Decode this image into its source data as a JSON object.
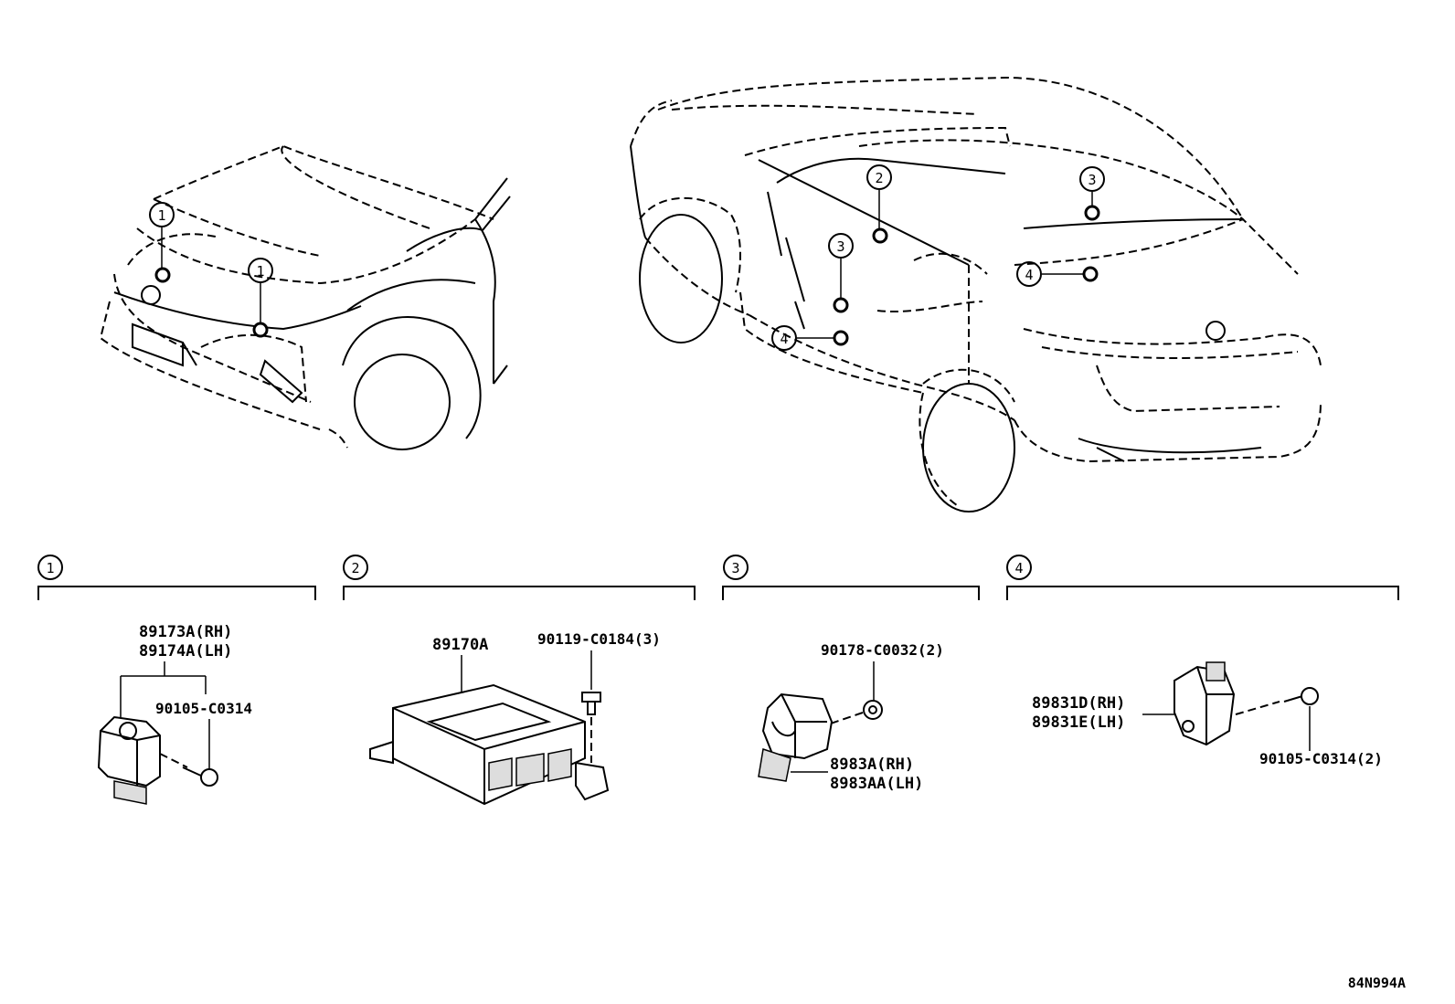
{
  "diagram": {
    "reference_code": "84N994A",
    "callouts": {
      "front_view": [
        "1",
        "1"
      ],
      "side_view": [
        "2",
        "3",
        "3",
        "4",
        "4"
      ]
    },
    "groups": [
      {
        "number": "1",
        "parts": [
          {
            "text": "89173A(RH)"
          },
          {
            "text": "89174A(LH)"
          },
          {
            "text": "90105-C0314"
          }
        ]
      },
      {
        "number": "2",
        "parts": [
          {
            "text": "89170A"
          },
          {
            "text": "90119-C0184(3)"
          }
        ]
      },
      {
        "number": "3",
        "parts": [
          {
            "text": "90178-C0032(2)"
          },
          {
            "text": "8983A(RH)"
          },
          {
            "text": "8983AA(LH)"
          }
        ]
      },
      {
        "number": "4",
        "parts": [
          {
            "text": "89831D(RH)"
          },
          {
            "text": "89831E(LH)"
          },
          {
            "text": "90105-C0314(2)"
          }
        ]
      }
    ]
  }
}
